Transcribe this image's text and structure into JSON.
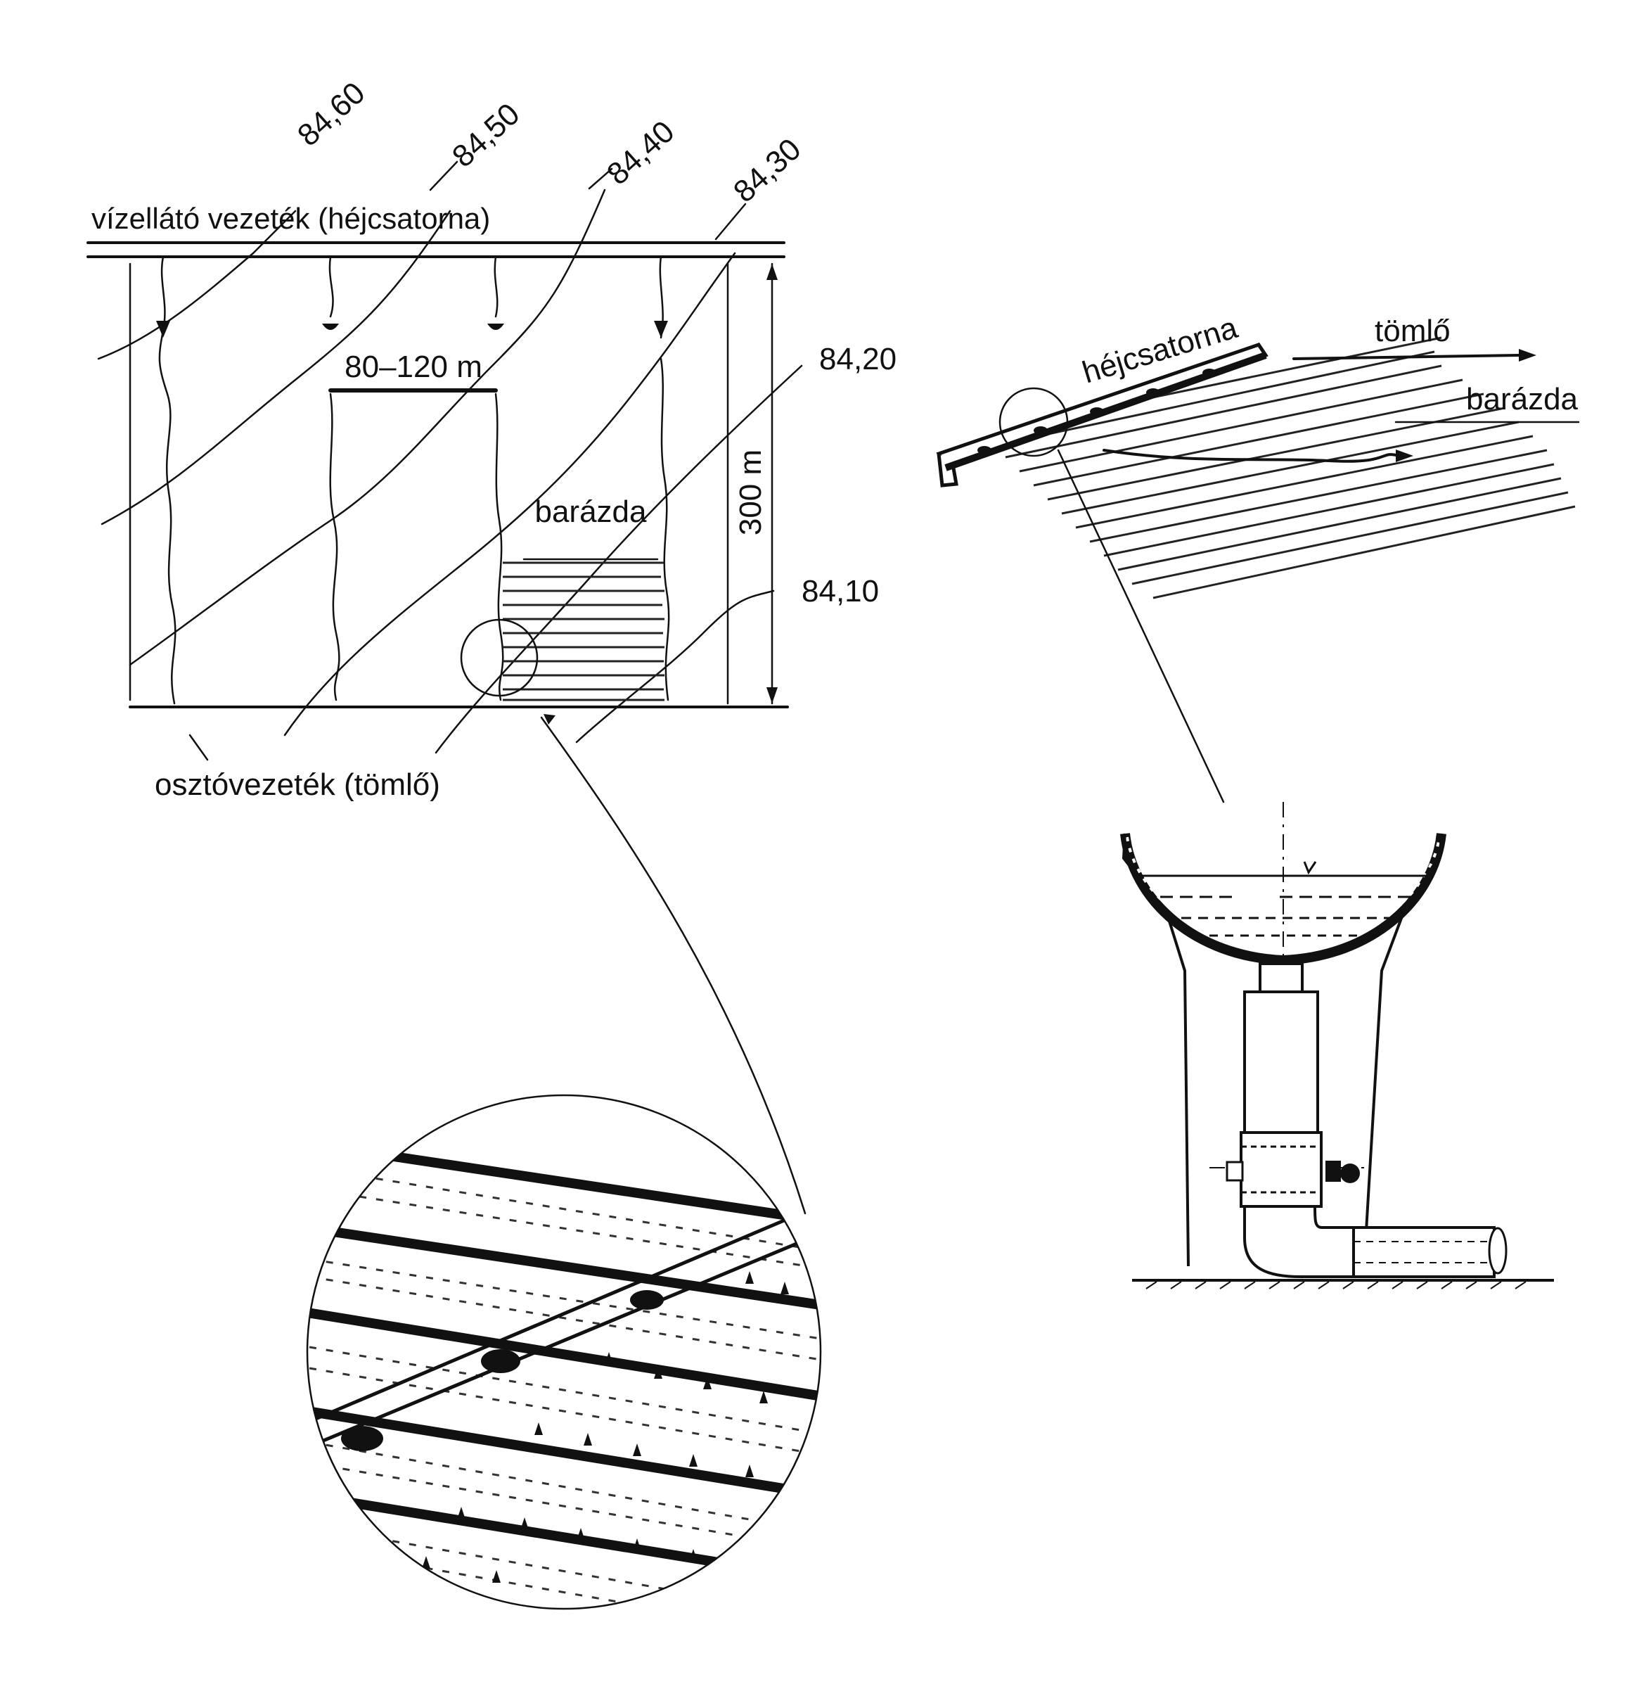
{
  "contours": {
    "c8460": "84,60",
    "c8450": "84,50",
    "c8440": "84,40",
    "c8430": "84,30",
    "c8420": "84,20",
    "c8410": "84,10"
  },
  "labels": {
    "supply_line": "vízellátó vezeték (héjcsatorna)",
    "spacing": "80–120 m",
    "length": "300 m",
    "furrow": "barázda",
    "distribution_line": "osztóvezeték (tömlő)",
    "channel": "héjcsatorna",
    "hose": "tömlő",
    "furrow_right": "barázda"
  },
  "colors": {
    "ink": "#111111",
    "paper": "#ffffff"
  }
}
